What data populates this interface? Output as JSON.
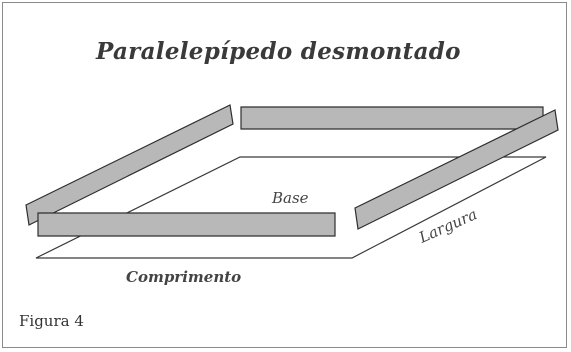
{
  "diagram": {
    "title": "Paralelepípedo desmontado",
    "labels": {
      "base": "Base",
      "largura": "Largura",
      "comprimento": "Comprimento"
    },
    "colors": {
      "bar_fill": "#b8b8b8",
      "bar_stroke": "#2e2e2e",
      "base_stroke": "#3a3a3a",
      "frame_border": "#8a8a8a"
    }
  },
  "caption": "Figura 4"
}
